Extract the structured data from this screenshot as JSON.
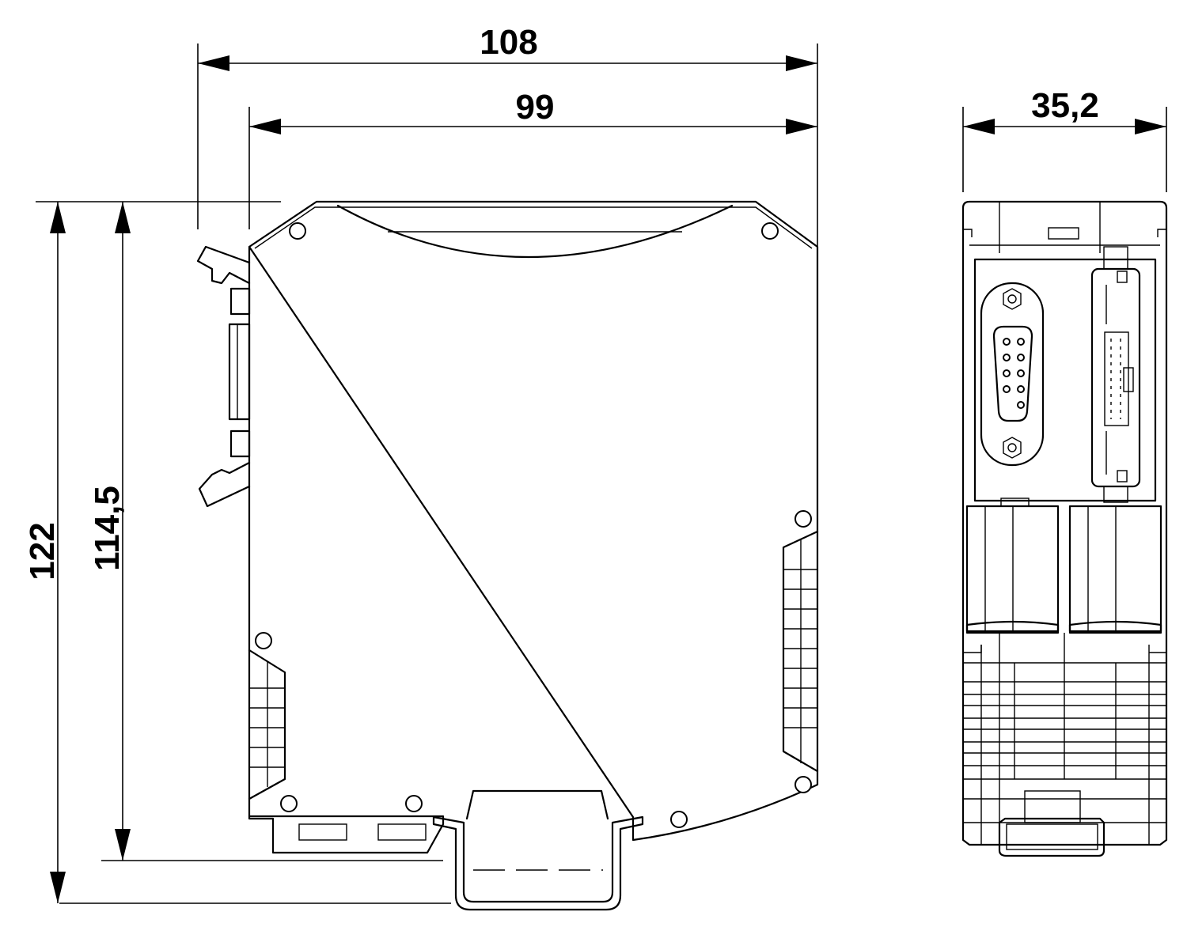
{
  "dimensions": {
    "overall_width": "108",
    "body_width": "99",
    "side_width": "35,2",
    "overall_height": "122",
    "body_height": "114,5"
  },
  "views": [
    "front-view",
    "side-view"
  ]
}
